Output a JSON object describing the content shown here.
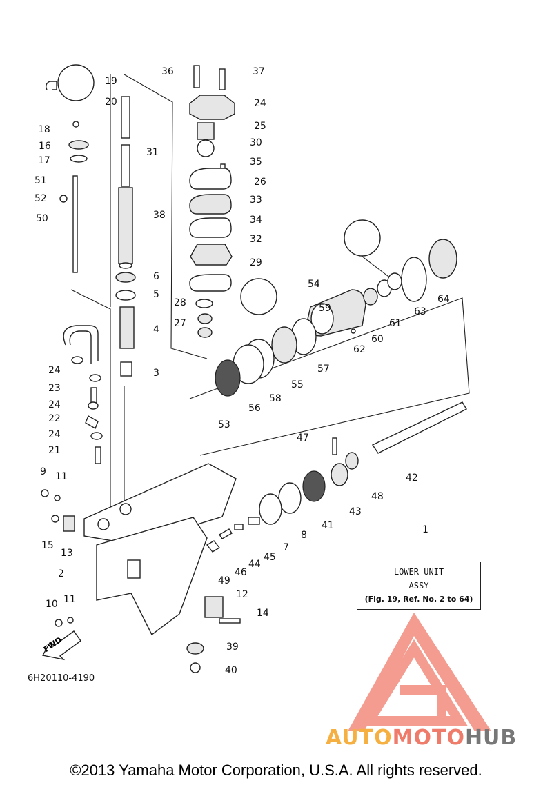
{
  "diagram": {
    "part_numbers": [
      "1",
      "2",
      "3",
      "4",
      "5",
      "6",
      "7",
      "8",
      "9",
      "10",
      "11",
      "11",
      "12",
      "13",
      "14",
      "15",
      "16",
      "17",
      "18",
      "19",
      "20",
      "21",
      "22",
      "23",
      "24",
      "24",
      "24",
      "24",
      "25",
      "26",
      "27",
      "28",
      "29",
      "30",
      "31",
      "32",
      "33",
      "34",
      "35",
      "36",
      "37",
      "38",
      "39",
      "40",
      "41",
      "42",
      "43",
      "44",
      "45",
      "46",
      "47",
      "48",
      "49",
      "50",
      "51",
      "52",
      "53",
      "54",
      "55",
      "56",
      "57",
      "58",
      "59",
      "60",
      "61",
      "62",
      "63",
      "64"
    ],
    "assembly_box": {
      "line1": "LOWER UNIT",
      "line2": "ASSY",
      "line3": "(Fig. 19, Ref. No. 2 to 64)"
    },
    "direction_label": "FWD",
    "document_number": "6H20110-4190",
    "colors": {
      "line": "#222222",
      "watermark_red": "#ef7b6a",
      "watermark_orange": "#f5b041",
      "watermark_gray": "#777777"
    }
  },
  "watermark": {
    "part1": "AUTO",
    "part2": "MOTO",
    "part3": "HUB"
  },
  "footer": {
    "copyright": "©2013 Yamaha Motor Corporation, U.S.A. All rights reserved."
  }
}
